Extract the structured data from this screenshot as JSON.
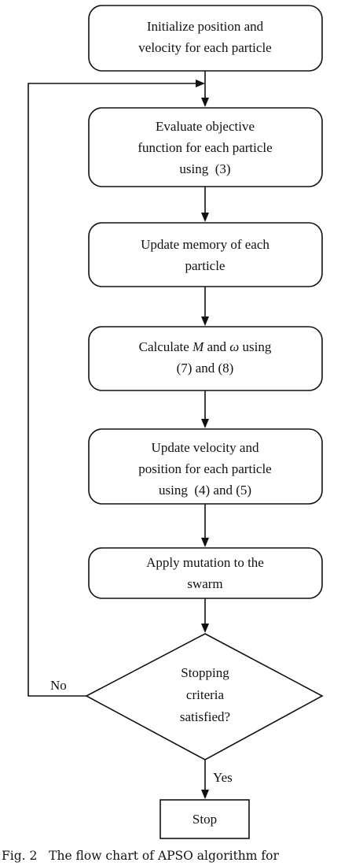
{
  "nodes": {
    "init": {
      "lines": [
        "Initialize position and",
        "velocity for each particle"
      ]
    },
    "evaluate": {
      "lines": [
        "Evaluate objective",
        "function for each particle",
        "using  (3)"
      ]
    },
    "memory": {
      "lines": [
        "Update memory of each",
        "particle"
      ]
    },
    "calculate": {
      "line1_prefix": "Calculate ",
      "line1_m": "M",
      "line1_mid": " and ",
      "line1_omega": "ω",
      "line1_suffix": " using",
      "line2": "(7) and (8)"
    },
    "update": {
      "lines": [
        "Update velocity and",
        "position for each particle",
        "using  (4) and (5)"
      ]
    },
    "mutation": {
      "lines": [
        "Apply mutation to the",
        "swarm"
      ]
    },
    "decision": {
      "lines": [
        "Stopping",
        "criteria",
        "satisfied?"
      ]
    },
    "stop": {
      "label": "Stop"
    }
  },
  "edges": {
    "no_label": "No",
    "yes_label": "Yes"
  },
  "caption": "Fig. 2   The flow chart of APSO algorithm for"
}
